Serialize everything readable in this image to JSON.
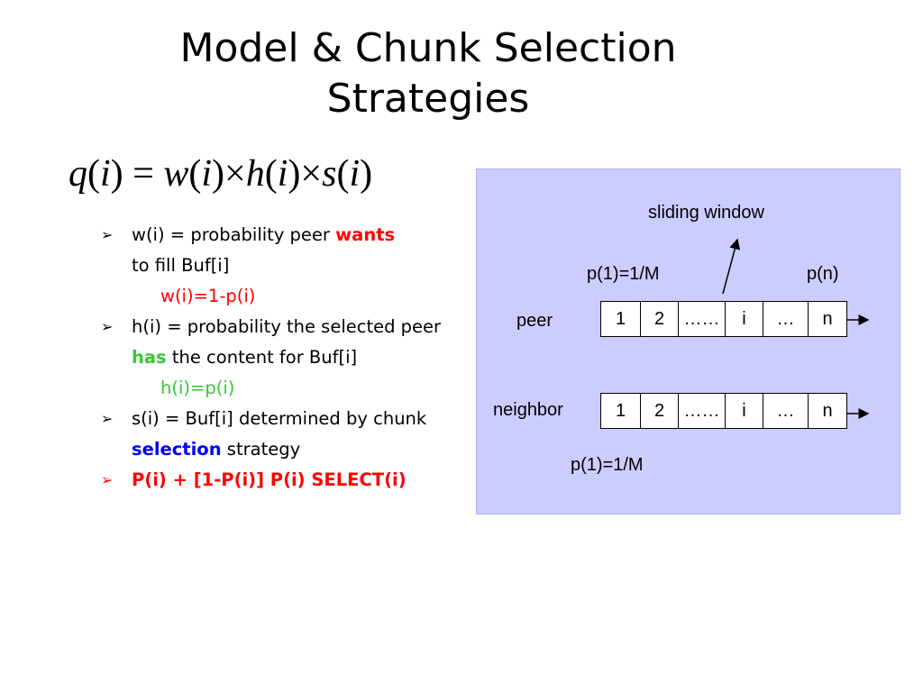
{
  "slide": {
    "title_line1": "Model & Chunk Selection",
    "title_line2": "Strategies",
    "formula": {
      "q": "q",
      "w": "w",
      "h": "h",
      "s": "s",
      "i": "i",
      "eq": "=",
      "times": "×",
      "lp": "(",
      "rp": ")"
    },
    "bullets": {
      "marker": "➢",
      "b1_pre": "w(i) = probability peer ",
      "b1_emph": "wants",
      "b1_post": "to fill Buf[i]",
      "b1_sub": "w(i)=1-p(i)",
      "b2_pre": "h(i) = probability  the selected peer ",
      "b2_emph": "has",
      "b2_post": " the content for Buf[i]",
      "b2_sub": "h(i)=p(i)",
      "b3_pre": "s(i) = Buf[i] determined by chunk ",
      "b3_emph": "selection",
      "b3_post": " strategy",
      "b4": "P(i) + [1-P(i)] P(i) SELECT(i)"
    },
    "colors": {
      "red": "#ff0000",
      "green": "#33cc33",
      "blue": "#0000ff",
      "panel": "#ccccff"
    }
  },
  "diagram": {
    "sliding_window": "sliding window",
    "p1_top": "p(1)=1/M",
    "pn": "p(n)",
    "peer_label": "peer",
    "neighbor_label": "neighbor",
    "p1_bottom": "p(1)=1/M",
    "peer_cells": [
      "1",
      "2",
      "……",
      "i",
      "…",
      "n"
    ],
    "neighbor_cells": [
      "1",
      "2",
      "……",
      "i",
      "…",
      "n"
    ]
  }
}
